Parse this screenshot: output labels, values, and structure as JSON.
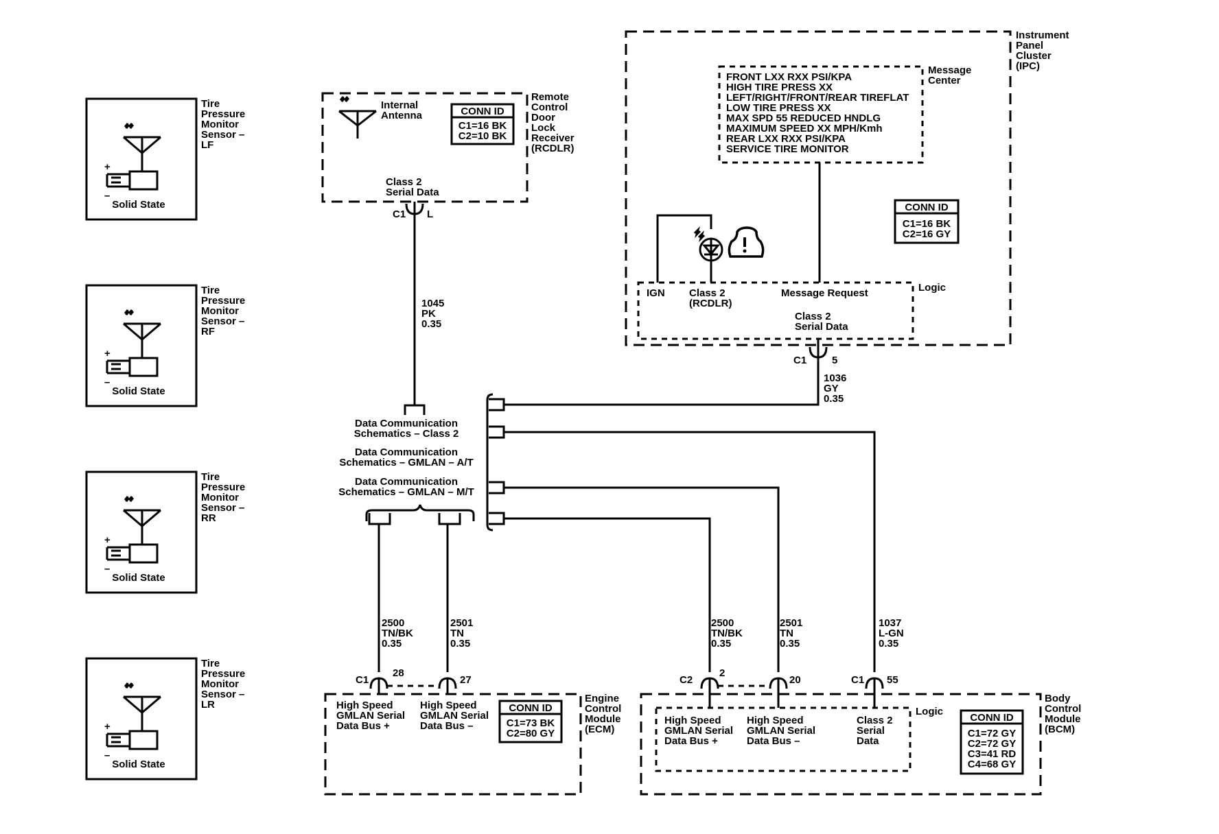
{
  "sensors": [
    {
      "title_lines": [
        "Tire",
        "Pressure",
        "Monitor",
        "Sensor –",
        "LF"
      ],
      "state": "Solid State",
      "plus": "+",
      "minus": "–"
    },
    {
      "title_lines": [
        "Tire",
        "Pressure",
        "Monitor",
        "Sensor –",
        "RF"
      ],
      "state": "Solid State",
      "plus": "+",
      "minus": "–"
    },
    {
      "title_lines": [
        "Tire",
        "Pressure",
        "Monitor",
        "Sensor –",
        "RR"
      ],
      "state": "Solid State",
      "plus": "+",
      "minus": "–"
    },
    {
      "title_lines": [
        "Tire",
        "Pressure",
        "Monitor",
        "Sensor –",
        "LR"
      ],
      "state": "Solid State",
      "plus": "+",
      "minus": "–"
    }
  ],
  "rcdlr": {
    "antenna_lines": [
      "Internal",
      "Antenna"
    ],
    "conn_title": "CONN ID",
    "conn_lines": [
      "C1=16 BK",
      "C2=10 BK"
    ],
    "name_lines": [
      "Remote",
      "Control",
      "Door",
      "Lock",
      "Receiver",
      "(RCDLR)"
    ],
    "pin_lines": [
      "Class 2",
      "Serial Data"
    ],
    "connector": "C1",
    "pin": "L",
    "wire_lines": [
      "1045",
      "PK",
      "0.35"
    ]
  },
  "ipc": {
    "name_lines": [
      "Instrument",
      "Panel",
      "Cluster",
      "(IPC)"
    ],
    "message_center_lines": [
      "Message",
      "Center"
    ],
    "messages": [
      "FRONT LXX RXX PSI/KPA",
      "HIGH TIRE PRESS XX",
      "LEFT/RIGHT/FRONT/REAR TIREFLAT",
      "LOW TIRE PRESS XX",
      "MAX SPD 55 REDUCED HNDLG",
      "MAXIMUM SPEED XX MPH/Kmh",
      "REAR LXX RXX PSI/KPA",
      "SERVICE TIRE MONITOR"
    ],
    "conn_title": "CONN ID",
    "conn_lines": [
      "C1=16 BK",
      "C2=16 GY"
    ],
    "logic": "Logic",
    "ign": "IGN",
    "class2_lines": [
      "Class 2",
      "(RCDLR)"
    ],
    "message_request": "Message Request",
    "serial_lines": [
      "Class 2",
      "Serial Data"
    ],
    "connector": "C1",
    "pin": "5",
    "wire_lines": [
      "1036",
      "GY",
      "0.35"
    ]
  },
  "data_comm": [
    [
      "Data Communication",
      "Schematics – Class 2"
    ],
    [
      "Data Communication",
      "Schematics – GMLAN – A/T"
    ],
    [
      "Data Communication",
      "Schematics – GMLAN – M/T"
    ]
  ],
  "ecm": {
    "name_lines": [
      "Engine",
      "Control",
      "Module",
      "(ECM)"
    ],
    "conn_title": "CONN ID",
    "conn_lines": [
      "C1=73 BK",
      "C2=80 GY"
    ],
    "pin1_lines": [
      "High Speed",
      "GMLAN Serial",
      "Data Bus +"
    ],
    "pin2_lines": [
      "High Speed",
      "GMLAN Serial",
      "Data Bus –"
    ],
    "connector": "C1",
    "pin1": "28",
    "pin2": "27",
    "wire1_lines": [
      "2500",
      "TN/BK",
      "0.35"
    ],
    "wire2_lines": [
      "2501",
      "TN",
      "0.35"
    ]
  },
  "bcm": {
    "name_lines": [
      "Body",
      "Control",
      "Module",
      "(BCM)"
    ],
    "logic": "Logic",
    "conn_title": "CONN ID",
    "conn_lines": [
      "C1=72 GY",
      "C2=72 GY",
      "C3=41 RD",
      "C4=68 GY"
    ],
    "pin1_lines": [
      "High Speed",
      "GMLAN Serial",
      "Data Bus +"
    ],
    "pin2_lines": [
      "High Speed",
      "GMLAN Serial",
      "Data Bus –"
    ],
    "pin3_lines": [
      "Class 2",
      "Serial",
      "Data"
    ],
    "connector_a": "C2",
    "connector_b": "C1",
    "pin1": "2",
    "pin2": "20",
    "pin3": "55",
    "wire1_lines": [
      "2500",
      "TN/BK",
      "0.35"
    ],
    "wire2_lines": [
      "2501",
      "TN",
      "0.35"
    ],
    "wire3_lines": [
      "1037",
      "L-GN",
      "0.35"
    ]
  }
}
